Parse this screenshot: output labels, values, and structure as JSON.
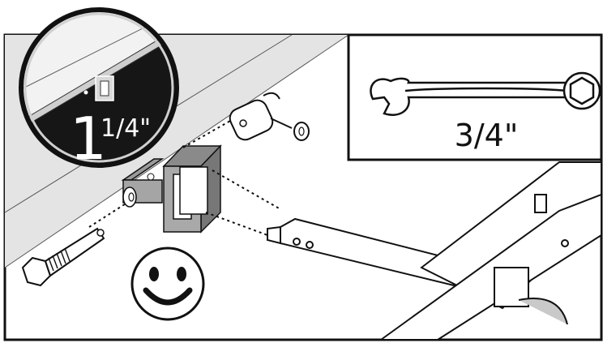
{
  "hitch_size": {
    "whole": "1",
    "fraction": "1/4\""
  },
  "wrench": {
    "size_label": "3/4\""
  },
  "colors": {
    "outline": "#111111",
    "receiver_gray": "#9a9a9a",
    "receiver_face": "#bdbdbd",
    "magnifier_dark": "#161616",
    "ground_gray": "#e6e6e6"
  },
  "icons": [
    "smiley-face-icon",
    "wrench-icon",
    "lock-key-icon"
  ]
}
